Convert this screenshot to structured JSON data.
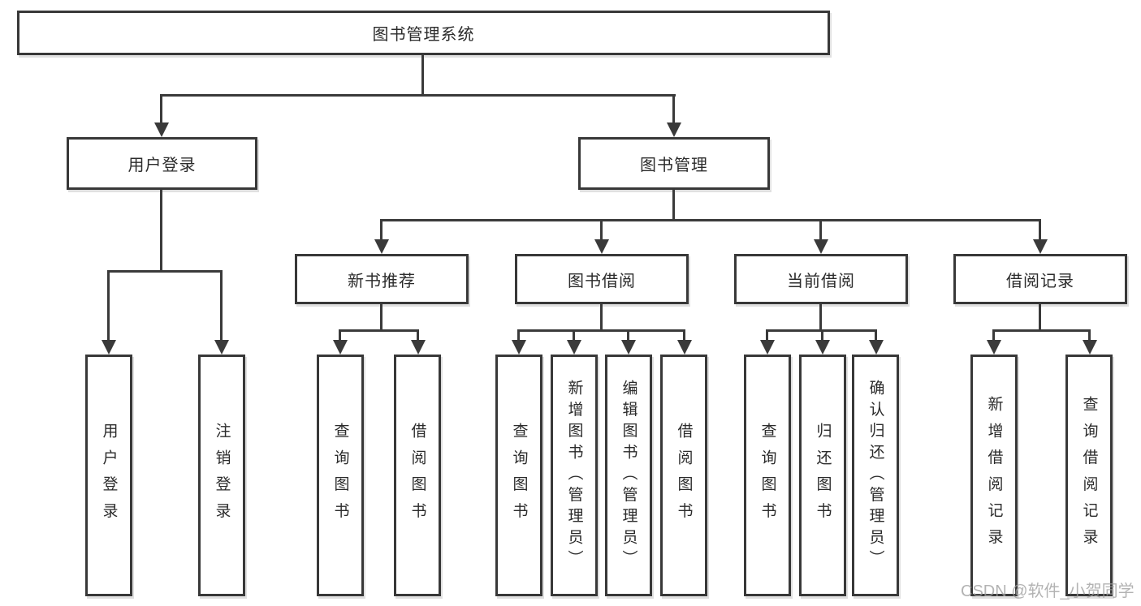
{
  "tree": {
    "root": "图书管理系统",
    "children": [
      {
        "label": "用户登录",
        "children": [
          {
            "label": "用户登录"
          },
          {
            "label": "注销登录"
          }
        ]
      },
      {
        "label": "图书管理",
        "children": [
          {
            "label": "新书推荐",
            "children": [
              {
                "label": "查询图书"
              },
              {
                "label": "借阅图书"
              }
            ]
          },
          {
            "label": "图书借阅",
            "children": [
              {
                "label": "查询图书"
              },
              {
                "label": "新增图书（管理员）"
              },
              {
                "label": "编辑图书（管理员）"
              },
              {
                "label": "借阅图书"
              }
            ]
          },
          {
            "label": "当前借阅",
            "children": [
              {
                "label": "查询图书"
              },
              {
                "label": "归还图书"
              },
              {
                "label": "确认归还（管理员）"
              }
            ]
          },
          {
            "label": "借阅记录",
            "children": [
              {
                "label": "新增借阅记录"
              },
              {
                "label": "查询借阅记录"
              }
            ]
          }
        ]
      }
    ]
  },
  "watermark": "CSDN @软件_小贺同学",
  "colors": {
    "line": "#3a3a3a",
    "text": "#2b2b2b",
    "watermark": "#9e9e9e",
    "box_fill": "#ffffff"
  }
}
